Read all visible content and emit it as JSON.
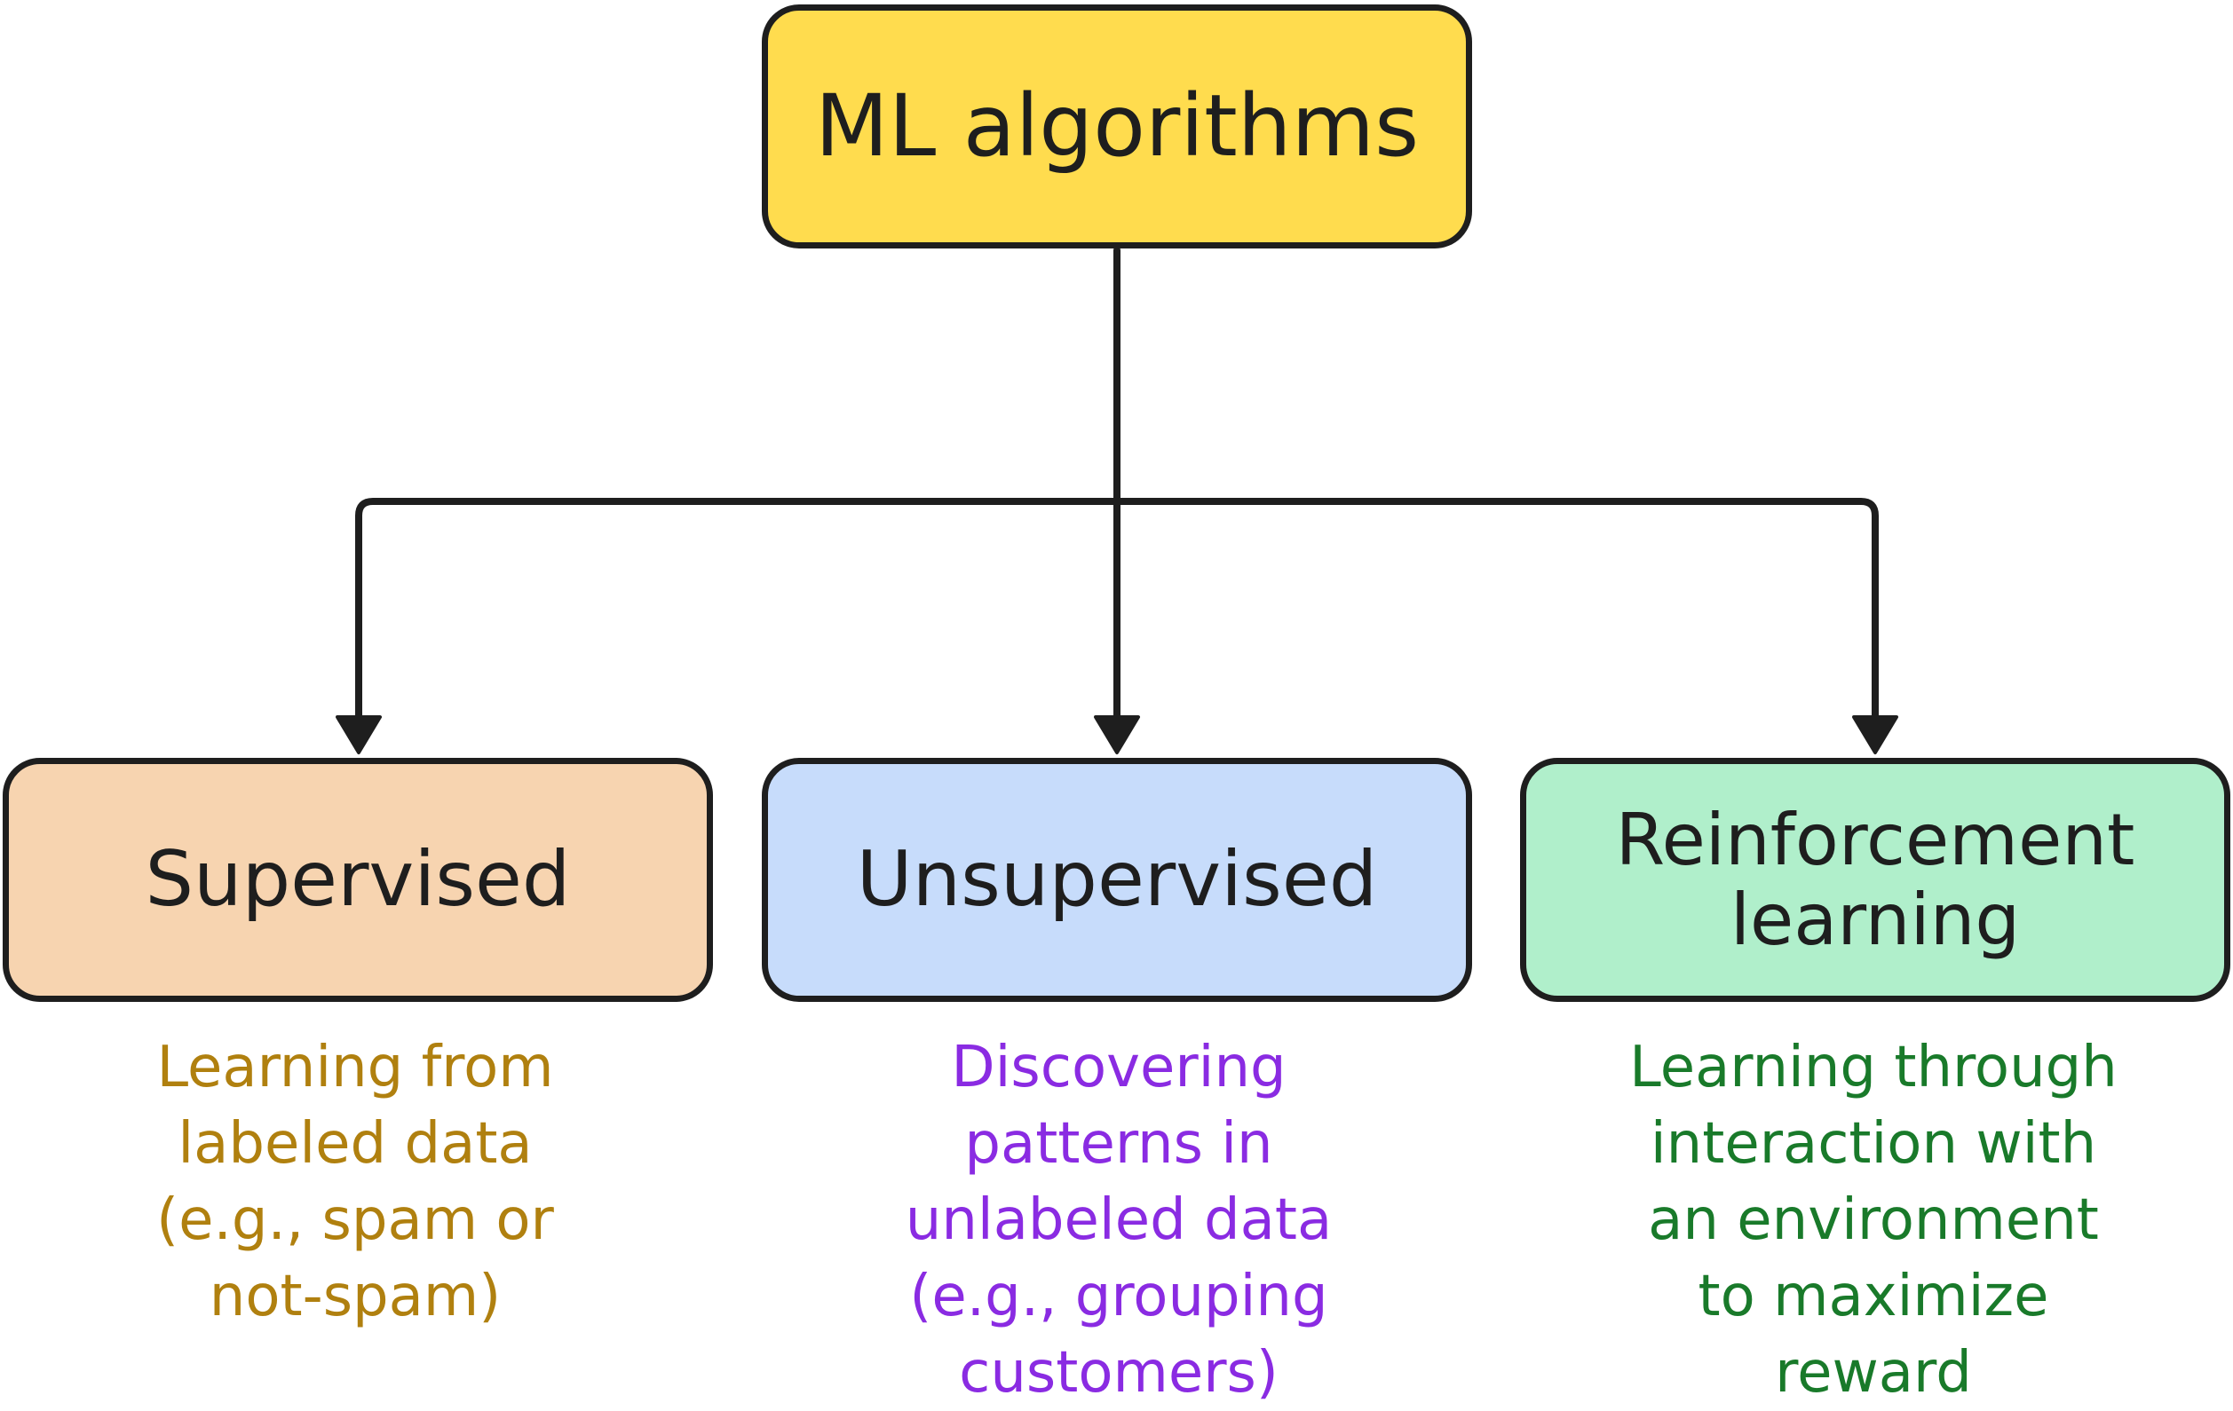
{
  "colors": {
    "stroke": "#1e1e1e",
    "root_fill": "#ffdc4e",
    "supervised_fill": "#f7d4b0",
    "unsupervised_fill": "#c7dcfb",
    "reinforcement_fill": "#b0efcb",
    "supervised_text": "#b0800f",
    "unsupervised_text": "#8a2be2",
    "reinforcement_text": "#197a2a"
  },
  "root": {
    "label": "ML algorithms"
  },
  "nodes": [
    {
      "label": "Supervised",
      "description": "Learning from\nlabeled data\n(e.g., spam or\nnot-spam)"
    },
    {
      "label": "Unsupervised",
      "description": "Discovering\npatterns in\nunlabeled data\n(e.g., grouping\ncustomers)"
    },
    {
      "label": "Reinforcement\nlearning",
      "description": "Learning through\ninteraction with\nan environment\nto maximize\nreward"
    }
  ]
}
